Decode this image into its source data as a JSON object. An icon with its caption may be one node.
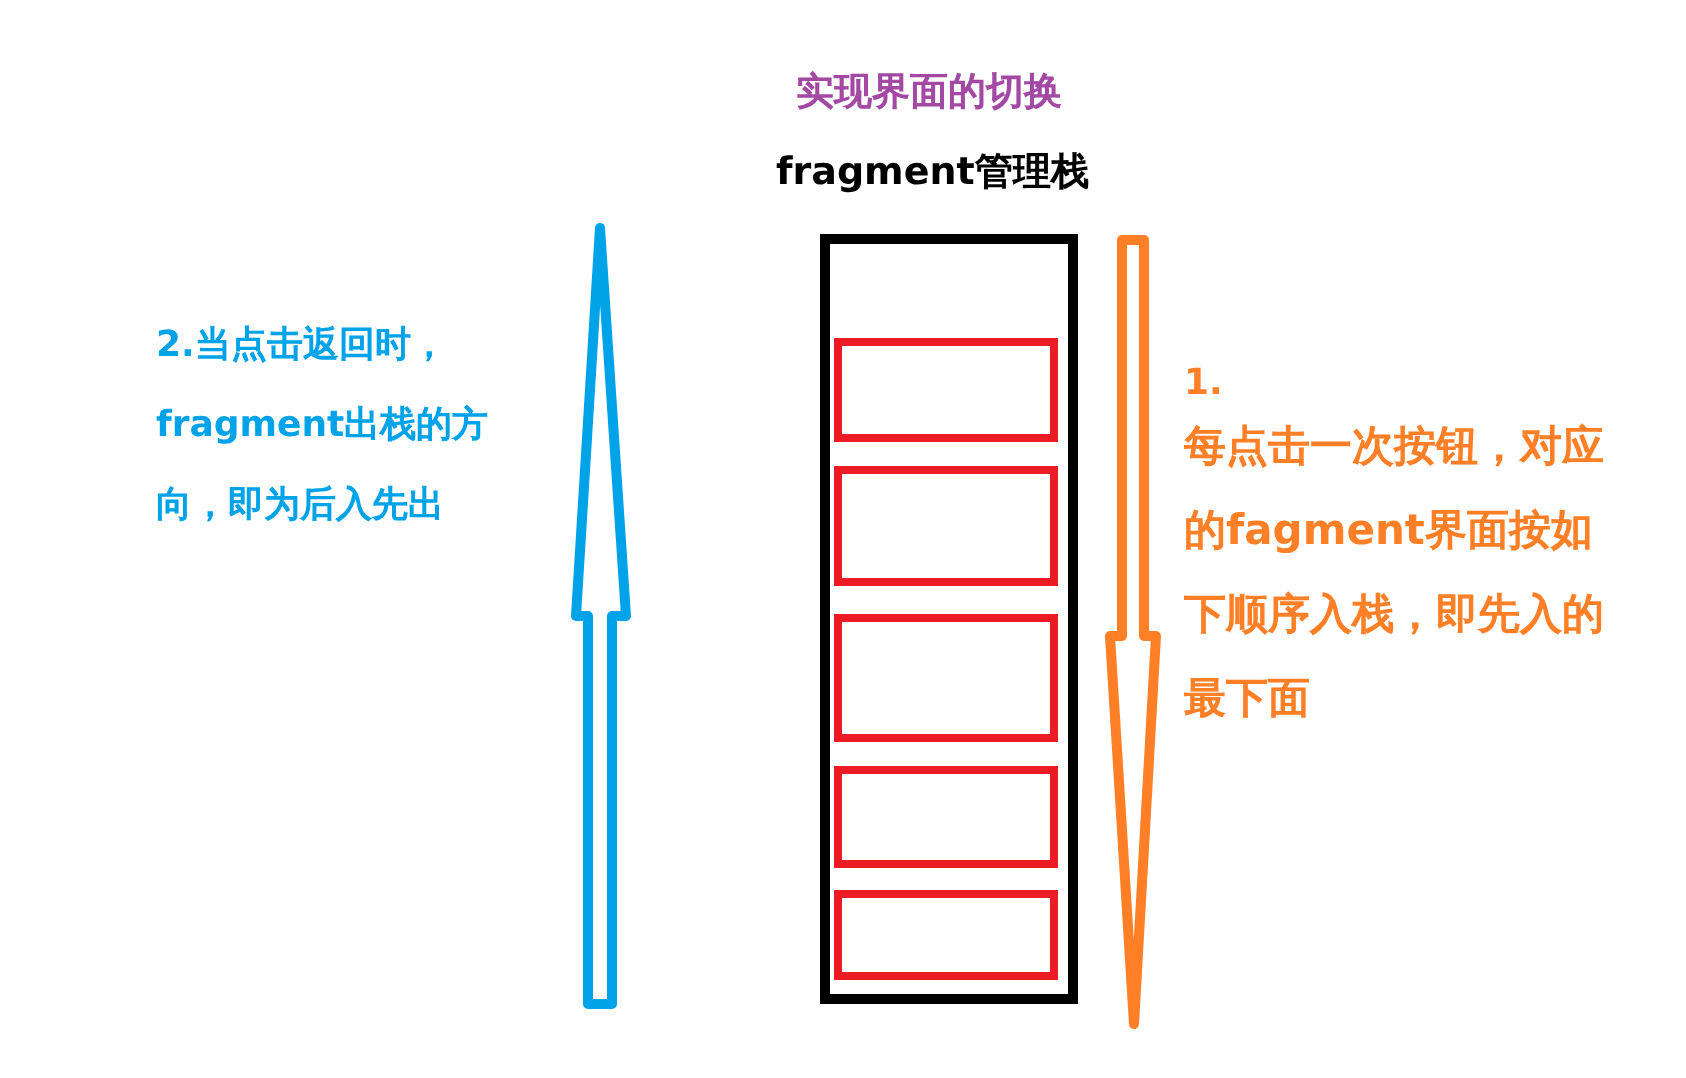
{
  "diagram": {
    "title": "实现界面的切换",
    "nodes": [
      {
        "text": [
          "fragment管理栈"
        ]
      },
      {
        "text": [],
        "shape": "box",
        "in": 0
      },
      {
        "text": [],
        "shape": "box",
        "in": 0
      },
      {
        "text": [],
        "shape": "box",
        "in": 0
      },
      {
        "text": [],
        "shape": "box",
        "in": 0
      },
      {
        "text": [],
        "shape": "box",
        "in": 0
      }
    ],
    "labels": [
      "2.当点击返回时，fragment出栈的方向，即为后入先出",
      "1.",
      "每点击一次按钮，对应的fagment界面按如下顺序入栈，即先入的最下面"
    ]
  }
}
